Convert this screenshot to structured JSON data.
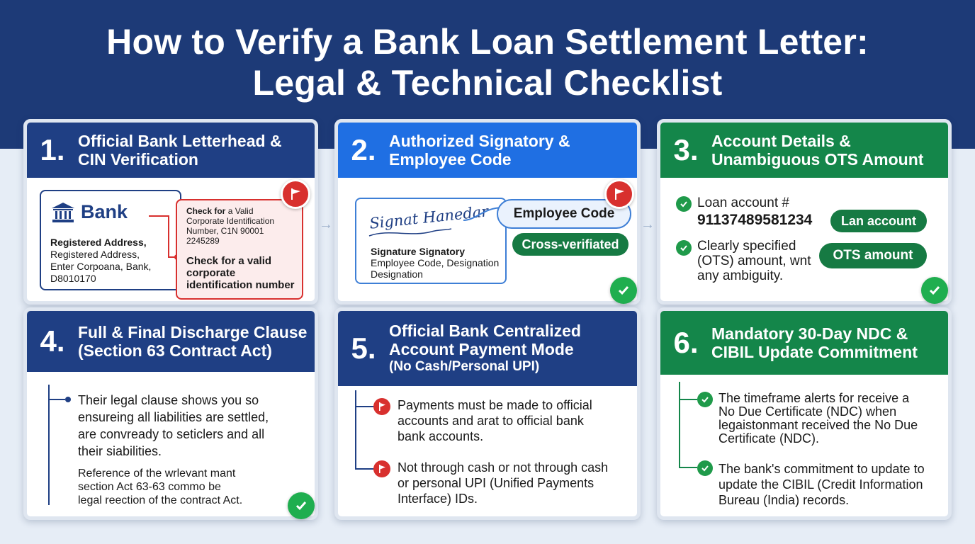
{
  "title_line1": "How to Verify a Bank Loan Settlement Letter:",
  "title_line2": "Legal & Technical Checklist",
  "cards": [
    {
      "number": "1.",
      "heading_line1": "Official Bank Letterhead &",
      "heading_line2": "CIN Verification",
      "letterhead": {
        "bank_name": "Bank",
        "address_bold": "Registered Address,",
        "address_lines": [
          "Registered Address,",
          "Enter Corpoana, Bank,",
          "D8010170"
        ]
      },
      "cin_box": {
        "check_label": "Check for",
        "small_lines": [
          "a Valid",
          "Corporate Identification",
          "Number, C1N 90001",
          "2245289"
        ],
        "bold_text": "Check for a valid corporate identification number"
      }
    },
    {
      "number": "2.",
      "heading_line1": "Authorized Signatory &",
      "heading_line2": "Employee Code",
      "signature_script": "Signat Hanedar",
      "signature_label": "Signature Signatory",
      "signature_lines": [
        "Employee Code, Designation",
        "Designation"
      ],
      "employee_code_label": "Employee Code",
      "cross_verified_label": "Cross-verifiated"
    },
    {
      "number": "3.",
      "heading_line1": "Account Details &",
      "heading_line2": "Unambiguous OTS Amount",
      "loan_label": "Loan account #",
      "loan_number": "91137489581234",
      "loan_pill": "Lan account",
      "ots_lines": [
        "Clearly specified",
        "(OTS) amount, wnt",
        "any ambiguity."
      ],
      "ots_pill": "OTS amount"
    },
    {
      "number": "4.",
      "heading_line1": "Full & Final Discharge Clause",
      "heading_line2": "(Section 63 Contract Act)",
      "para1": [
        "Their legal clause shows you so",
        "ensureing all liabilities are settled,",
        "are convready to seticlers and all",
        "their siabilities."
      ],
      "para2": [
        "Reference of the wrlevant mant",
        "section Act 63-63 commo be",
        "legal reection of the contract Act."
      ]
    },
    {
      "number": "5.",
      "heading_line1": "Official Bank Centralized",
      "heading_line2": "Account Payment Mode",
      "heading_sub": "(No Cash/Personal UPI)",
      "item1": [
        "Payments must be made to official",
        "accounts and arat to official bank",
        "bank accounts."
      ],
      "item2": [
        "Not through cash or not through cash",
        "or personal UPI (Unified Payments",
        "Interface) IDs."
      ]
    },
    {
      "number": "6.",
      "heading_line1": "Mandatory 30-Day NDC &",
      "heading_line2": "CIBIL Update Commitment",
      "item1": [
        "The timeframe alerts for receive a",
        "No Due Certificate (NDC) when",
        "legaistonmant received the No Due",
        "Certificate (NDC)."
      ],
      "item2": [
        "The bank's commitment to update to",
        "update the CIBIL (Credit Information",
        "Bureau (India) records."
      ]
    }
  ],
  "colors": {
    "navy": "#1f3f84",
    "blue": "#1f6fe3",
    "green": "#14864a",
    "flag_red": "#d8302e",
    "check_green": "#1fae4f"
  },
  "icons": [
    "bank-icon",
    "flag-icon",
    "check-icon",
    "bullet-dot-icon",
    "arrow-right-icon"
  ]
}
